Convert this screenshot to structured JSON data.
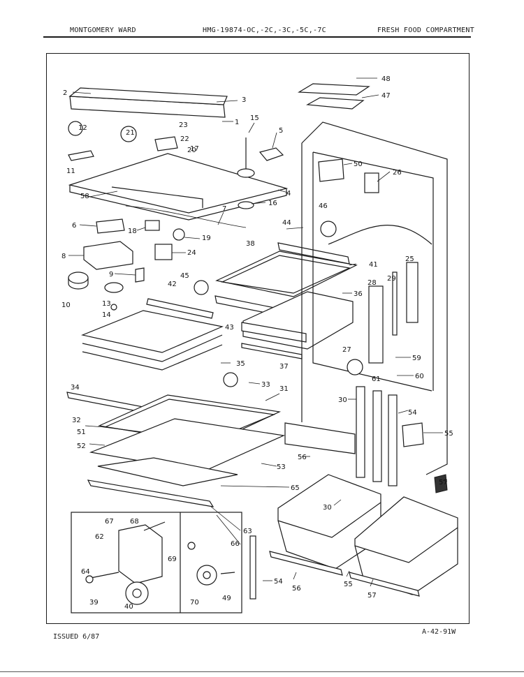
{
  "header": {
    "brand": "MONTGOMERY WARD",
    "model": "HMG-19874-OC,-2C,-3C,-5C,-7C",
    "section": "FRESH FOOD COMPARTMENT"
  },
  "footer": {
    "issued": "ISSUED 6/87",
    "code": "A-42-91W"
  },
  "part_numbers": [
    "2",
    "3",
    "1",
    "15",
    "5",
    "12",
    "21",
    "23",
    "22",
    "20",
    "11",
    "17",
    "4",
    "58",
    "16",
    "7",
    "6",
    "18",
    "19",
    "8",
    "24",
    "9",
    "10",
    "13",
    "14",
    "44",
    "46",
    "38",
    "41",
    "43",
    "36",
    "37",
    "42",
    "45",
    "35",
    "34",
    "32",
    "33",
    "31",
    "51",
    "52",
    "53",
    "65",
    "63",
    "66",
    "67",
    "68",
    "62",
    "64",
    "39",
    "40",
    "69",
    "70",
    "49",
    "48",
    "47",
    "50",
    "26",
    "25",
    "29",
    "28",
    "27",
    "59",
    "60",
    "61",
    "30",
    "54",
    "56",
    "55",
    "57"
  ]
}
